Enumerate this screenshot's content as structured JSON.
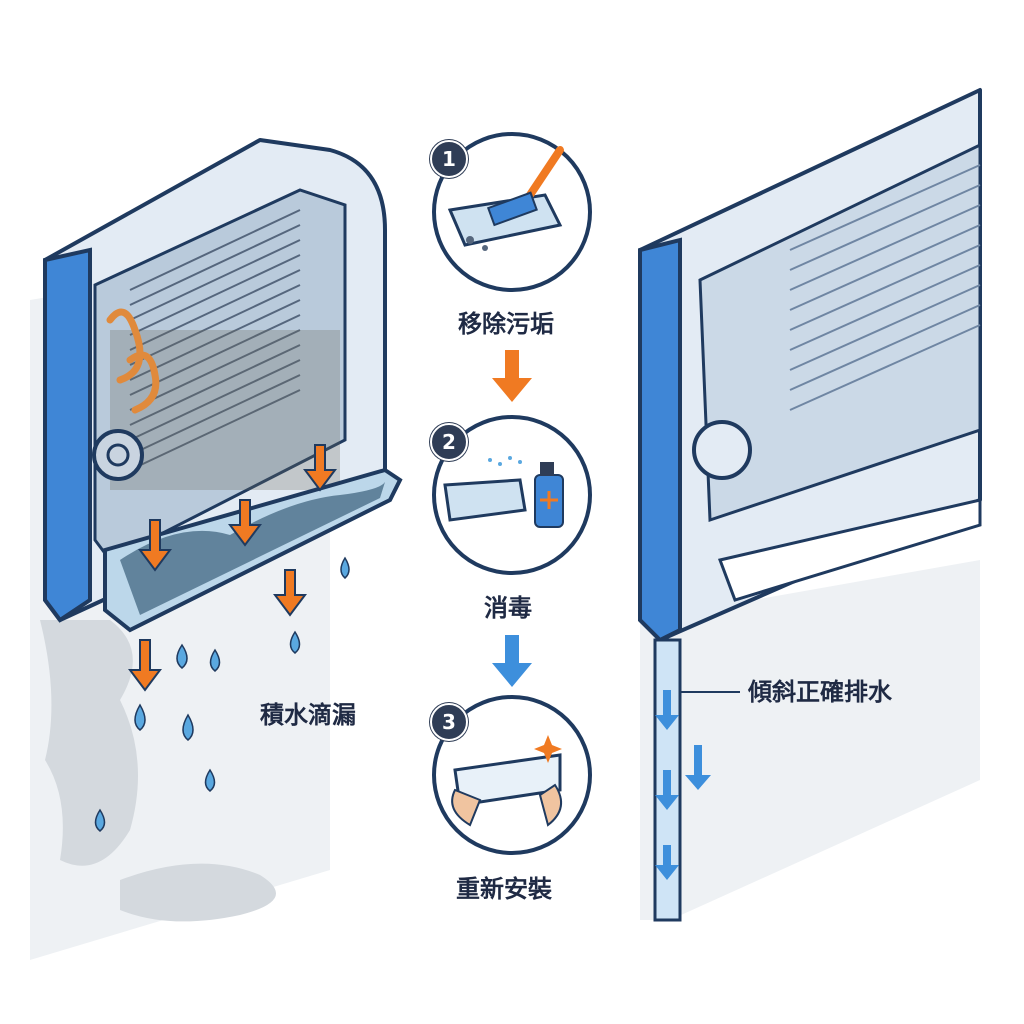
{
  "labels": {
    "leak": "積水滴漏",
    "drain": "傾斜正確排水"
  },
  "steps": [
    {
      "number": "1",
      "label": "移除污垢"
    },
    {
      "number": "2",
      "label": "消毒"
    },
    {
      "number": "3",
      "label": "重新安裝"
    }
  ],
  "colors": {
    "outline": "#1f3a5f",
    "unit_blue": "#3f86d6",
    "light_panel": "#dbe6f1",
    "arrow_orange": "#f07a22",
    "arrow_blue": "#3d8fdc",
    "water": "#5aa8e0",
    "wall_stain": "#d4d9de"
  }
}
